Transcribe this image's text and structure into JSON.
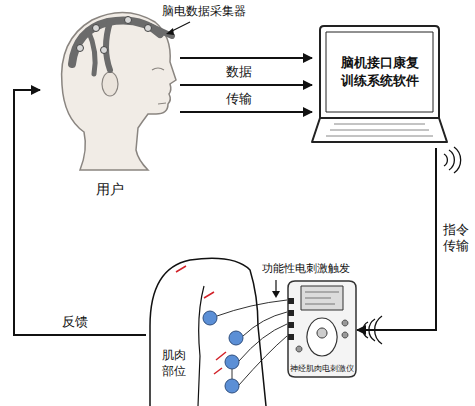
{
  "diagram": {
    "nodes": [
      {
        "text": [
          "用户"
        ]
      },
      {
        "text": [
          "脑机接口康复训练系统软件"
        ]
      },
      {
        "text": [
          "神经肌肉电刺激仪"
        ]
      },
      {
        "text": [
          "肌肉部位"
        ]
      }
    ],
    "edges": [
      {
        "from": 0,
        "to": 1,
        "arrow": "to"
      },
      {
        "from": 0,
        "to": 1,
        "arrow": "to"
      },
      {
        "from": 0,
        "to": 1,
        "arrow": "to"
      },
      {
        "from": 1,
        "to": 2,
        "arrow": "to",
        "label": "指令传输"
      },
      {
        "from": 3,
        "to": 0,
        "arrow": "to",
        "label": "反馈"
      }
    ],
    "labels": [
      "脑电数据采集器",
      "数据",
      "传输",
      "功能性电刺激触发"
    ]
  }
}
